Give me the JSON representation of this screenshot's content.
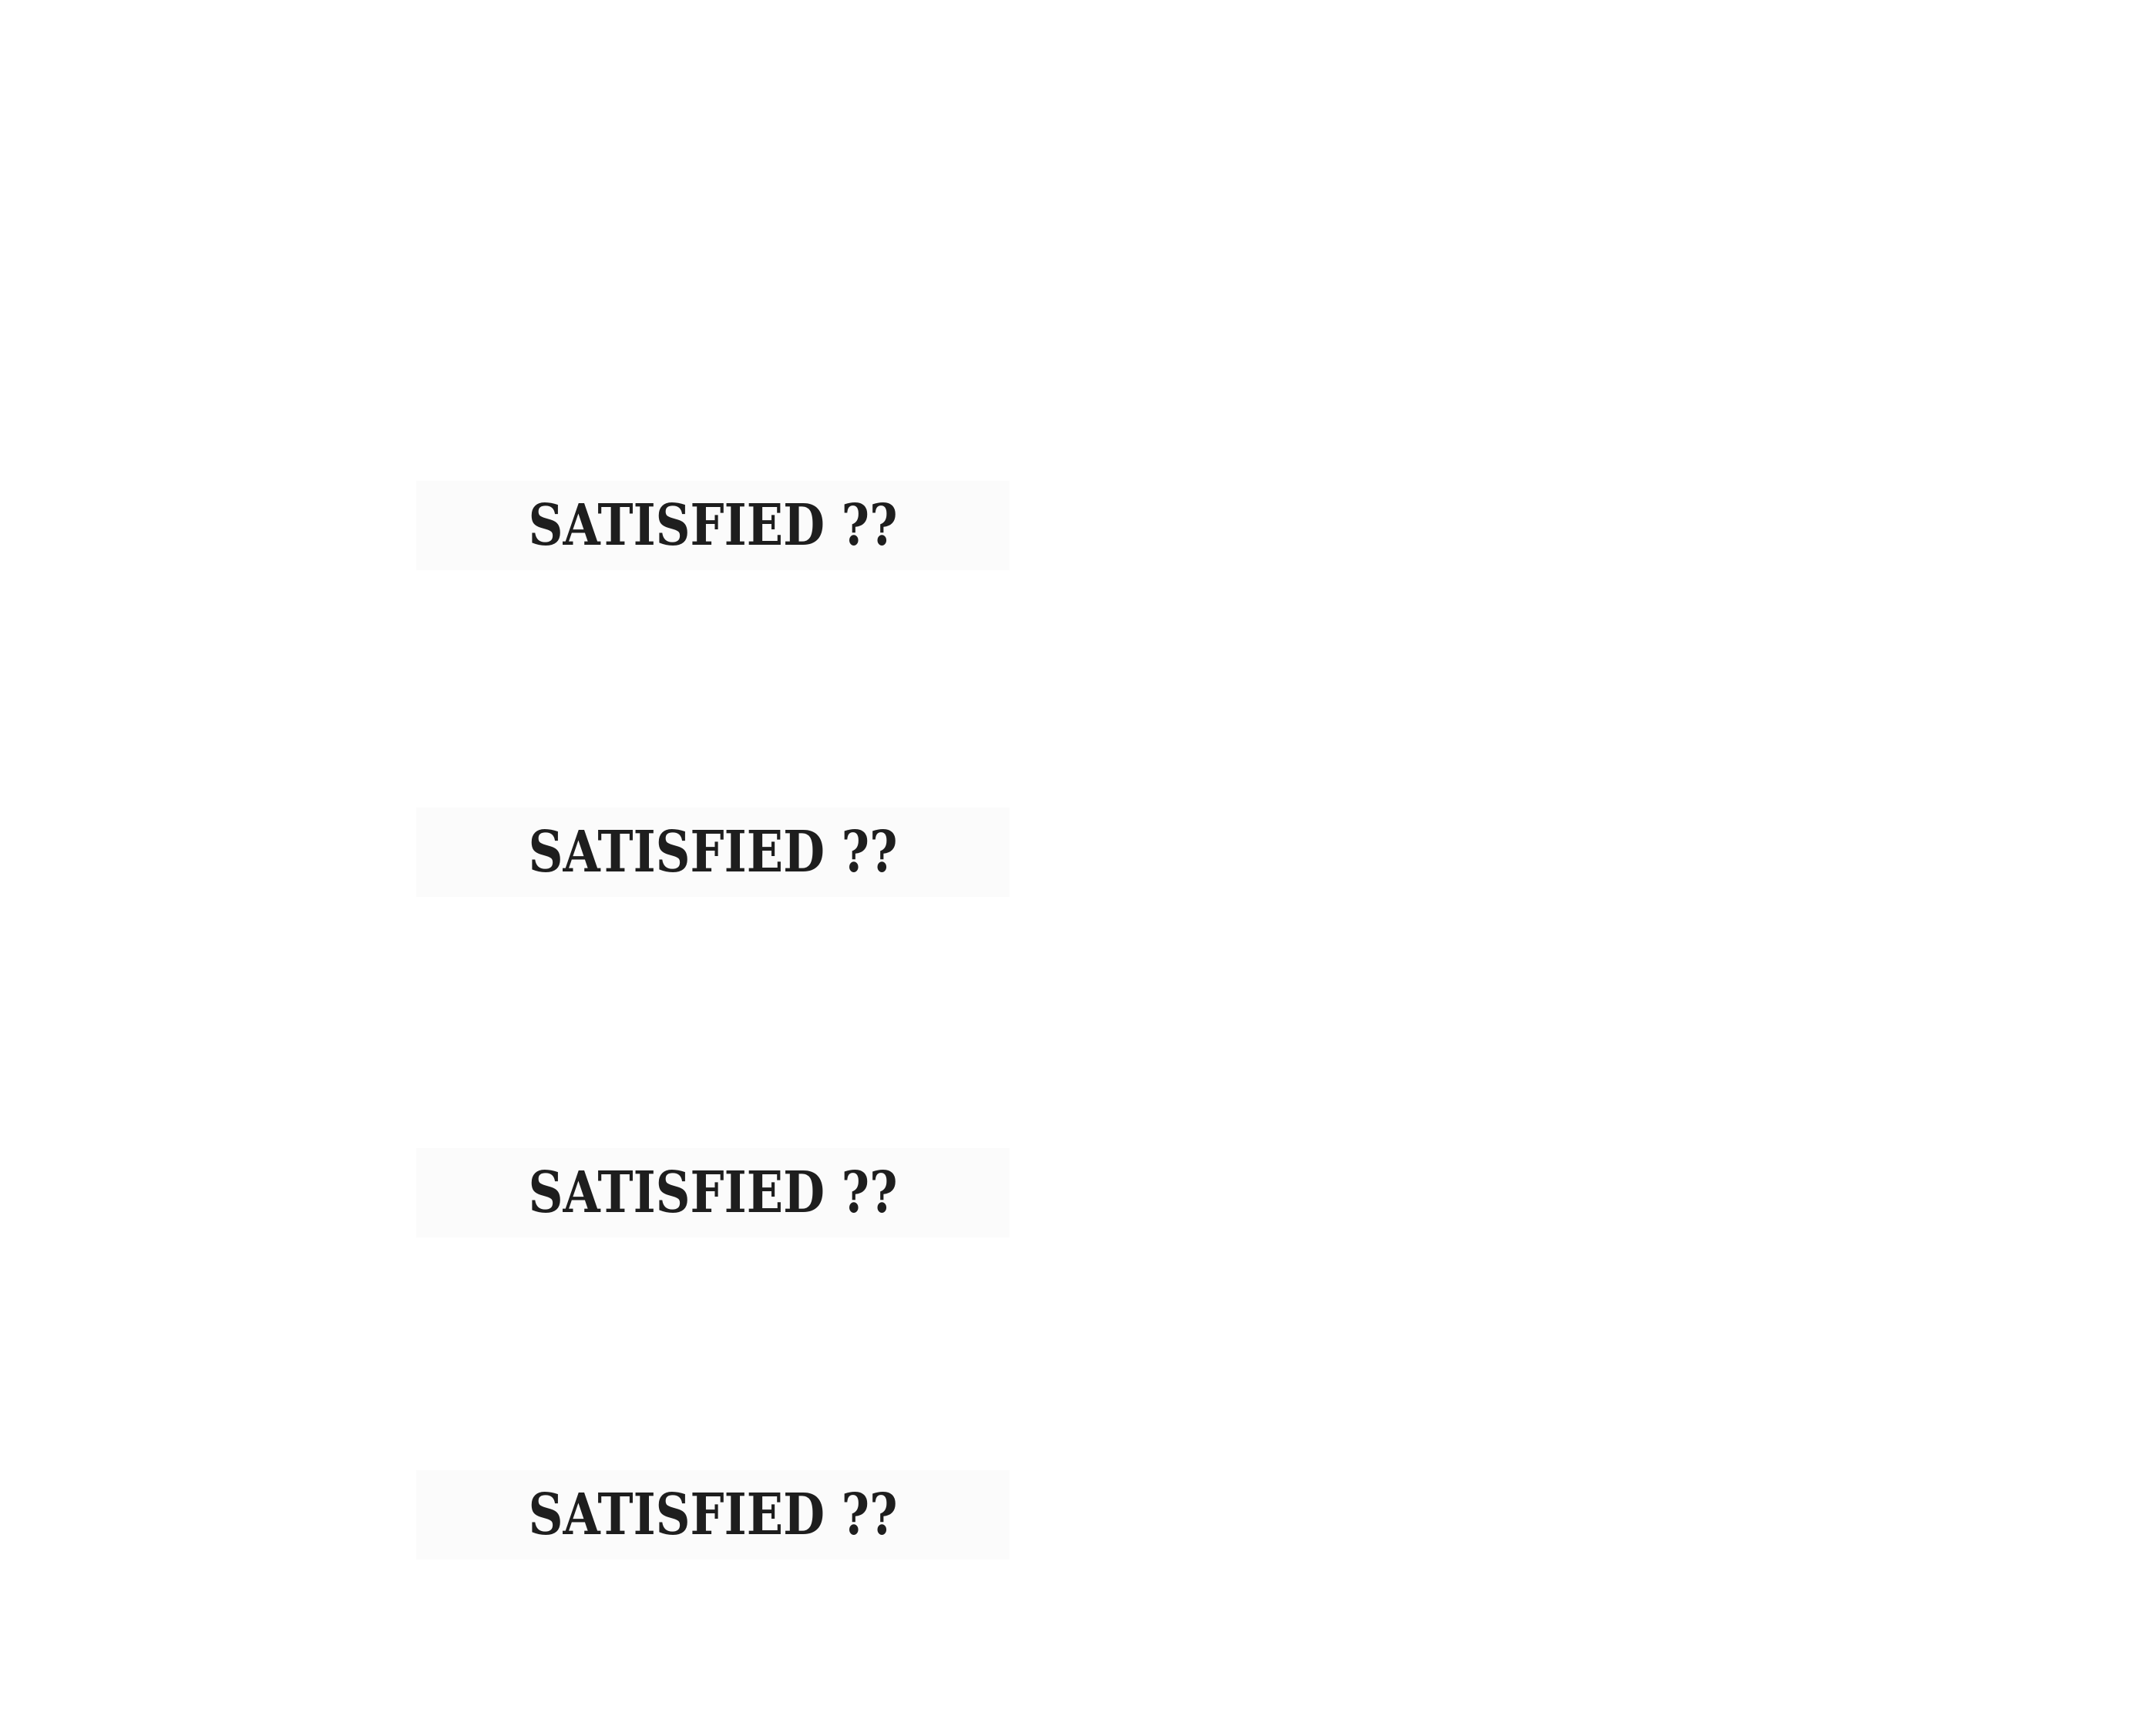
{
  "flowchart": {
    "decisions": [
      {
        "label": "SATISFIED ??"
      },
      {
        "label": "SATISFIED ??"
      },
      {
        "label": "SATISFIED ??"
      },
      {
        "label": "SATISFIED ??"
      }
    ]
  },
  "colors": {
    "background": "#ffffff",
    "box_fill": "#fbfbfb",
    "text": "#1e1e1e"
  }
}
